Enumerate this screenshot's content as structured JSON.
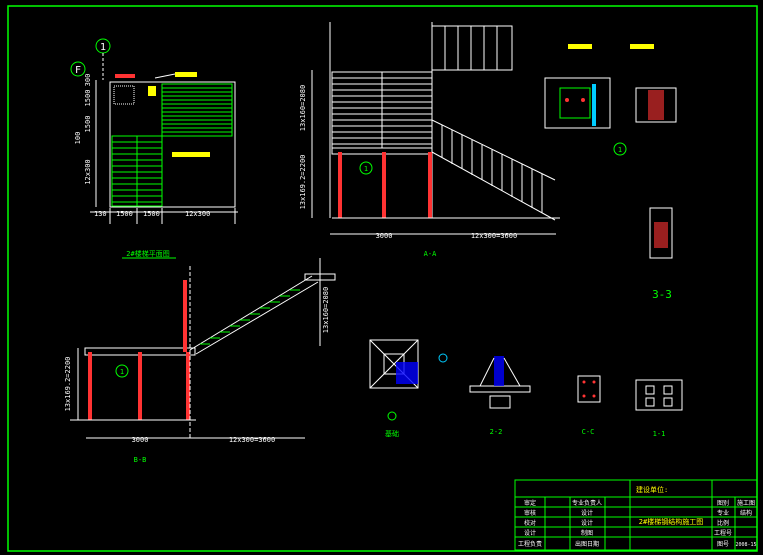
{
  "colors": {
    "background": "#000000",
    "frame": "#00ff00",
    "outline": "#ffffff",
    "section": "#00ff00",
    "column": "#ff3333",
    "dim": "#ffffff",
    "label": "#ffff00",
    "grid": "#00ccff",
    "hatch": "#0000ff"
  },
  "axes": {
    "axis_1": "1",
    "axis_F": "F"
  },
  "plan": {
    "left_dims": [
      "300",
      "1500",
      "1500",
      "12x300"
    ],
    "total_left": "100",
    "bottom_dims": [
      "130",
      "1500",
      "1500",
      "12x300"
    ],
    "title": "2#楼梯平面图"
  },
  "elevation_A": {
    "left_dims": [
      "13x160=2080",
      "13x169.2=2200"
    ],
    "bottom_dims": [
      "3000",
      "12x300=3600"
    ],
    "label": "A-A"
  },
  "elevation_B": {
    "left_dims": [
      "13x169.2=2200"
    ],
    "right_dims": [
      "13x160=2080"
    ],
    "bottom_dims": [
      "3000",
      "12x300=3600"
    ],
    "label": "B-B"
  },
  "details": {
    "detail_label_33": "3-3",
    "detail_label_22": "2-2",
    "detail_label_cc": "C-C",
    "detail_label_11": "1-1",
    "foundation_label": "基础",
    "circle_1": "1"
  },
  "title_block": {
    "project_label": "建设单位:",
    "drawing_title": "2#楼梯钢结构施工图",
    "rows_left": [
      "审定",
      "审核",
      "校对",
      "设计",
      "工程负责"
    ],
    "rows_mid": [
      "专业负责人",
      "设计",
      "设计",
      "制图",
      "出图日期"
    ],
    "rows_right_labels": [
      "图别",
      "专业",
      "比例",
      "工程号",
      "图号"
    ],
    "rows_right_values": [
      "施工图",
      "结构",
      "",
      "",
      "2008-15"
    ]
  }
}
